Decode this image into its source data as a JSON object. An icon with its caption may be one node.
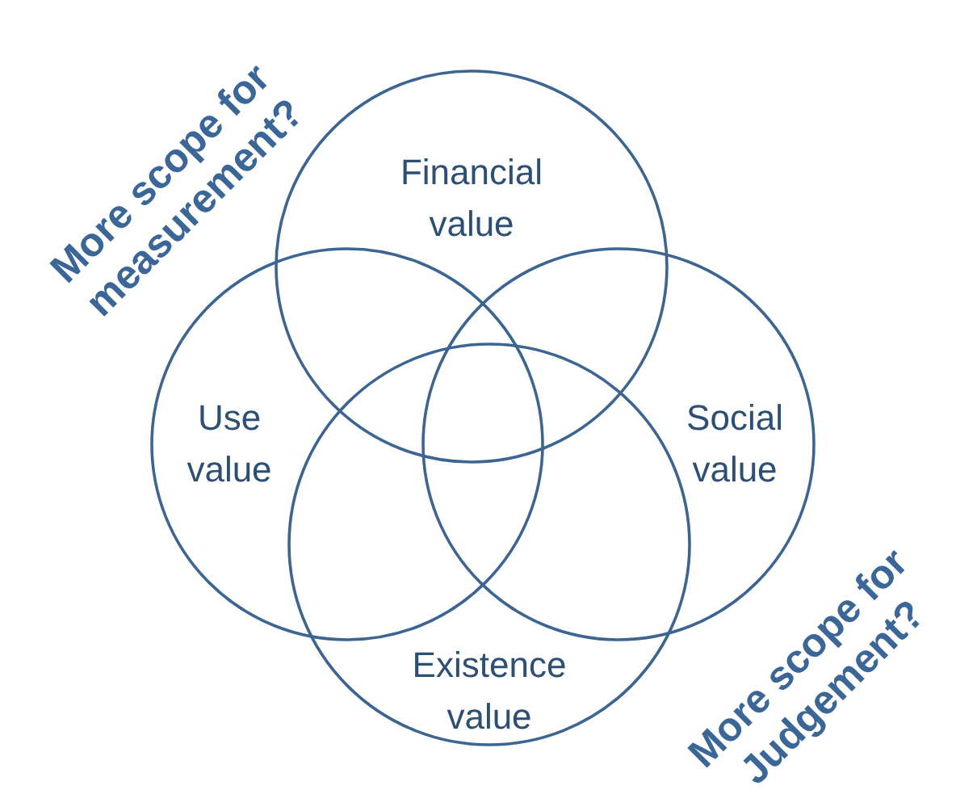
{
  "diagram": {
    "nodes": [
      {
        "text": [
          "Financial value"
        ]
      },
      {
        "text": [
          "Use value"
        ]
      },
      {
        "text": [
          "Social value"
        ]
      },
      {
        "text": [
          "Existence value"
        ]
      }
    ],
    "labels": [
      "More scope for measurement?",
      "More scope for Judgement?"
    ]
  }
}
